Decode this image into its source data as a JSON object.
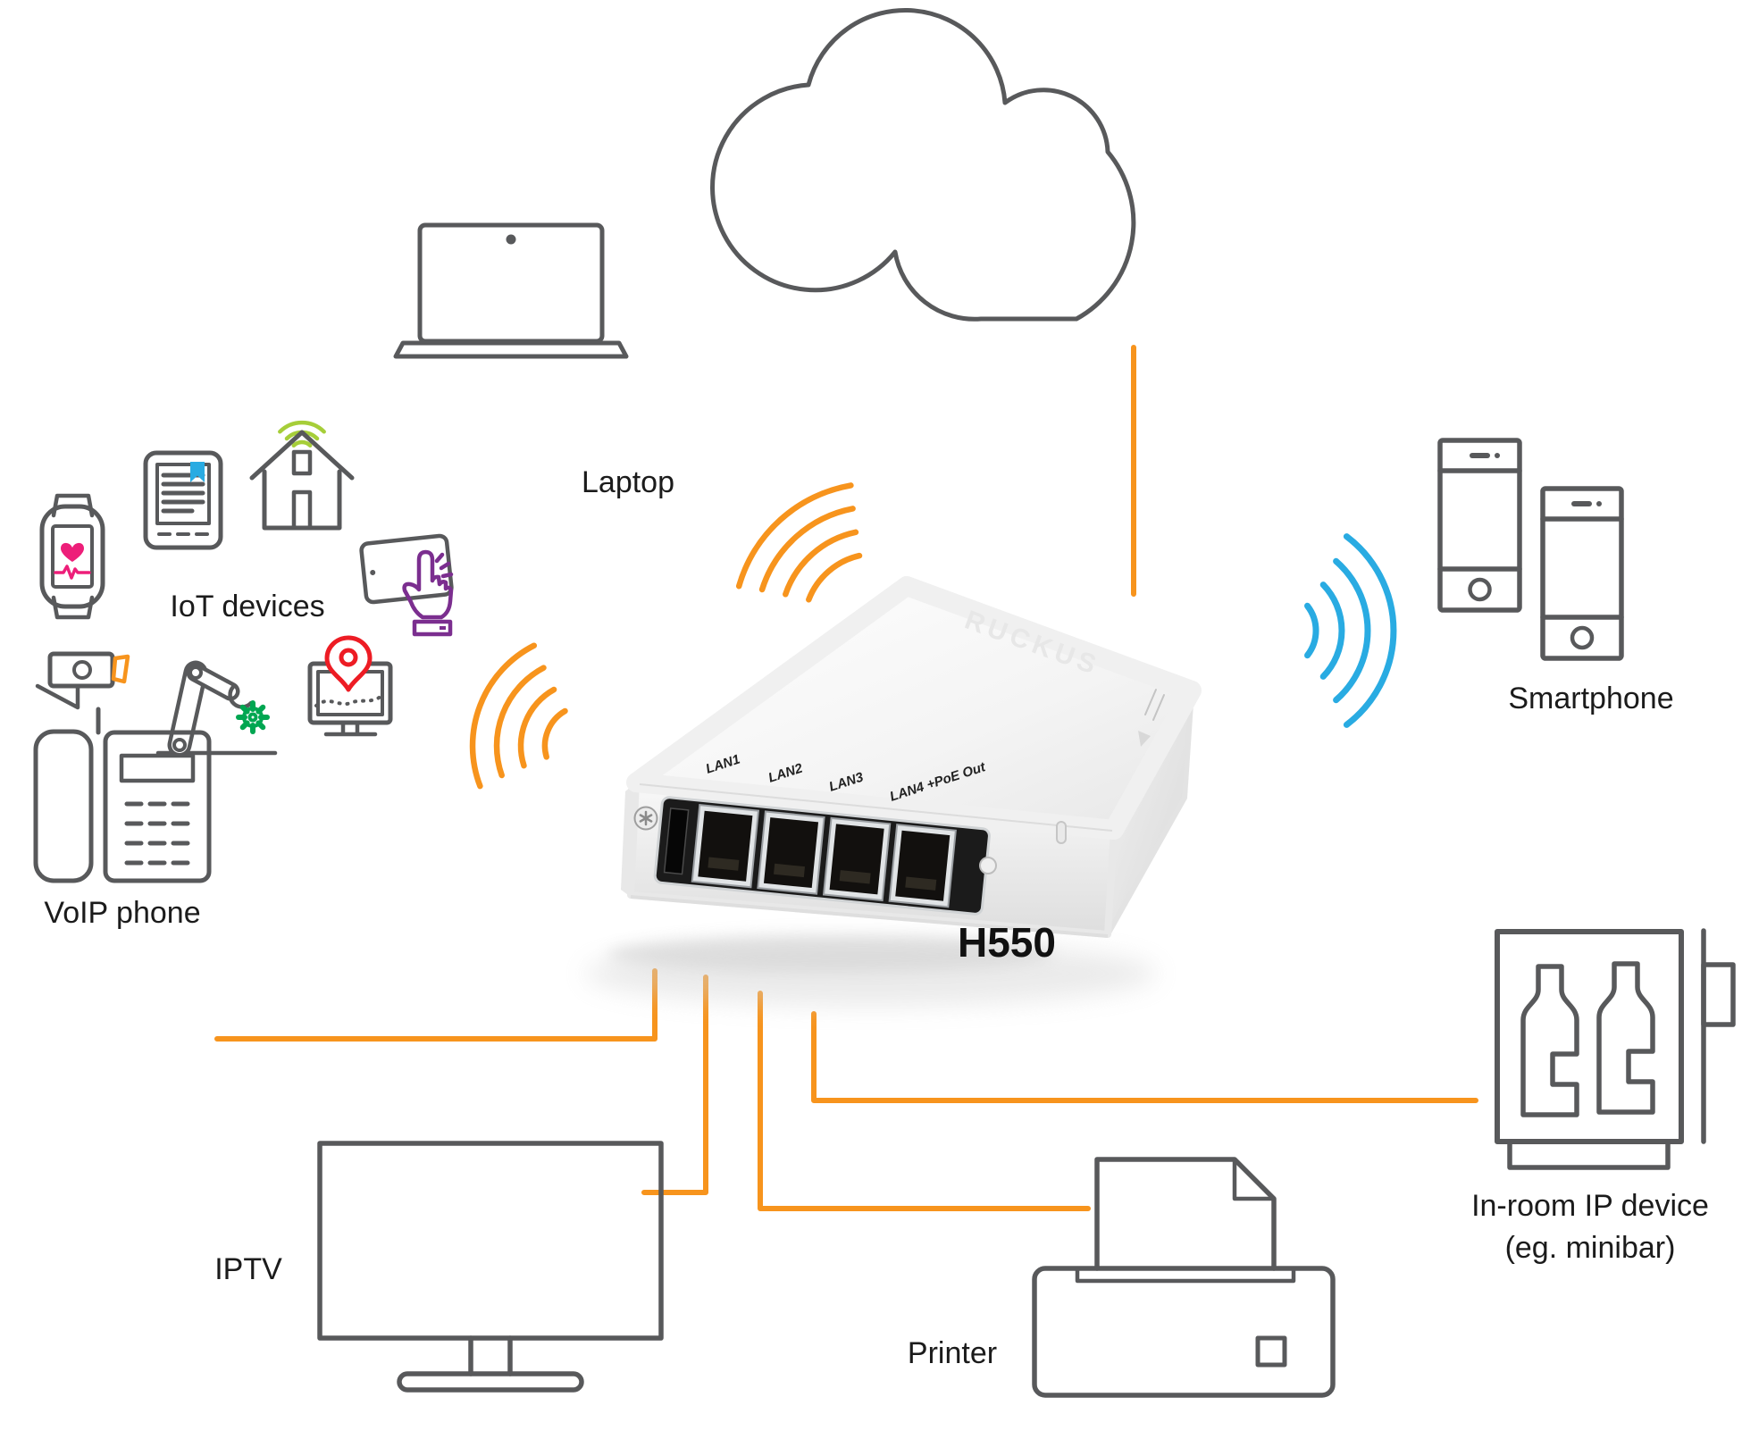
{
  "diagram": {
    "labels": {
      "laptop": "Laptop",
      "iot": "IoT devices",
      "smartphone": "Smartphone",
      "voip": "VoIP phone",
      "iptv": "IPTV",
      "printer": "Printer",
      "minibar_line1": "In-room IP device",
      "minibar_line2": "(eg. minibar)"
    },
    "device": {
      "model": "H550",
      "brand_embossed": "RUCKUS",
      "ports": [
        "LAN1",
        "LAN2",
        "LAN3",
        "LAN4 +PoE Out"
      ]
    },
    "connections": [
      {
        "from": "cloud",
        "to": "h550",
        "type": "wired"
      },
      {
        "from": "h550",
        "to": "voip-phone",
        "type": "wired"
      },
      {
        "from": "h550",
        "to": "iptv",
        "type": "wired"
      },
      {
        "from": "h550",
        "to": "printer",
        "type": "wired"
      },
      {
        "from": "h550",
        "to": "minibar",
        "type": "wired"
      },
      {
        "from": "h550",
        "to": "laptop",
        "type": "wireless-orange"
      },
      {
        "from": "h550",
        "to": "iot-devices",
        "type": "wireless-orange"
      },
      {
        "from": "h550",
        "to": "smartphone",
        "type": "wireless-blue"
      }
    ],
    "colors": {
      "outline": "#58595B",
      "orange": "#F7941D",
      "blue": "#29ABE2",
      "pink": "#ED1E79",
      "bookmark": "#29ABE2",
      "house": "#A6CE39",
      "gear": "#00A651",
      "pin": "#ED1C24",
      "purple": "#7B2E8F",
      "label": "#1B1B1B"
    }
  }
}
